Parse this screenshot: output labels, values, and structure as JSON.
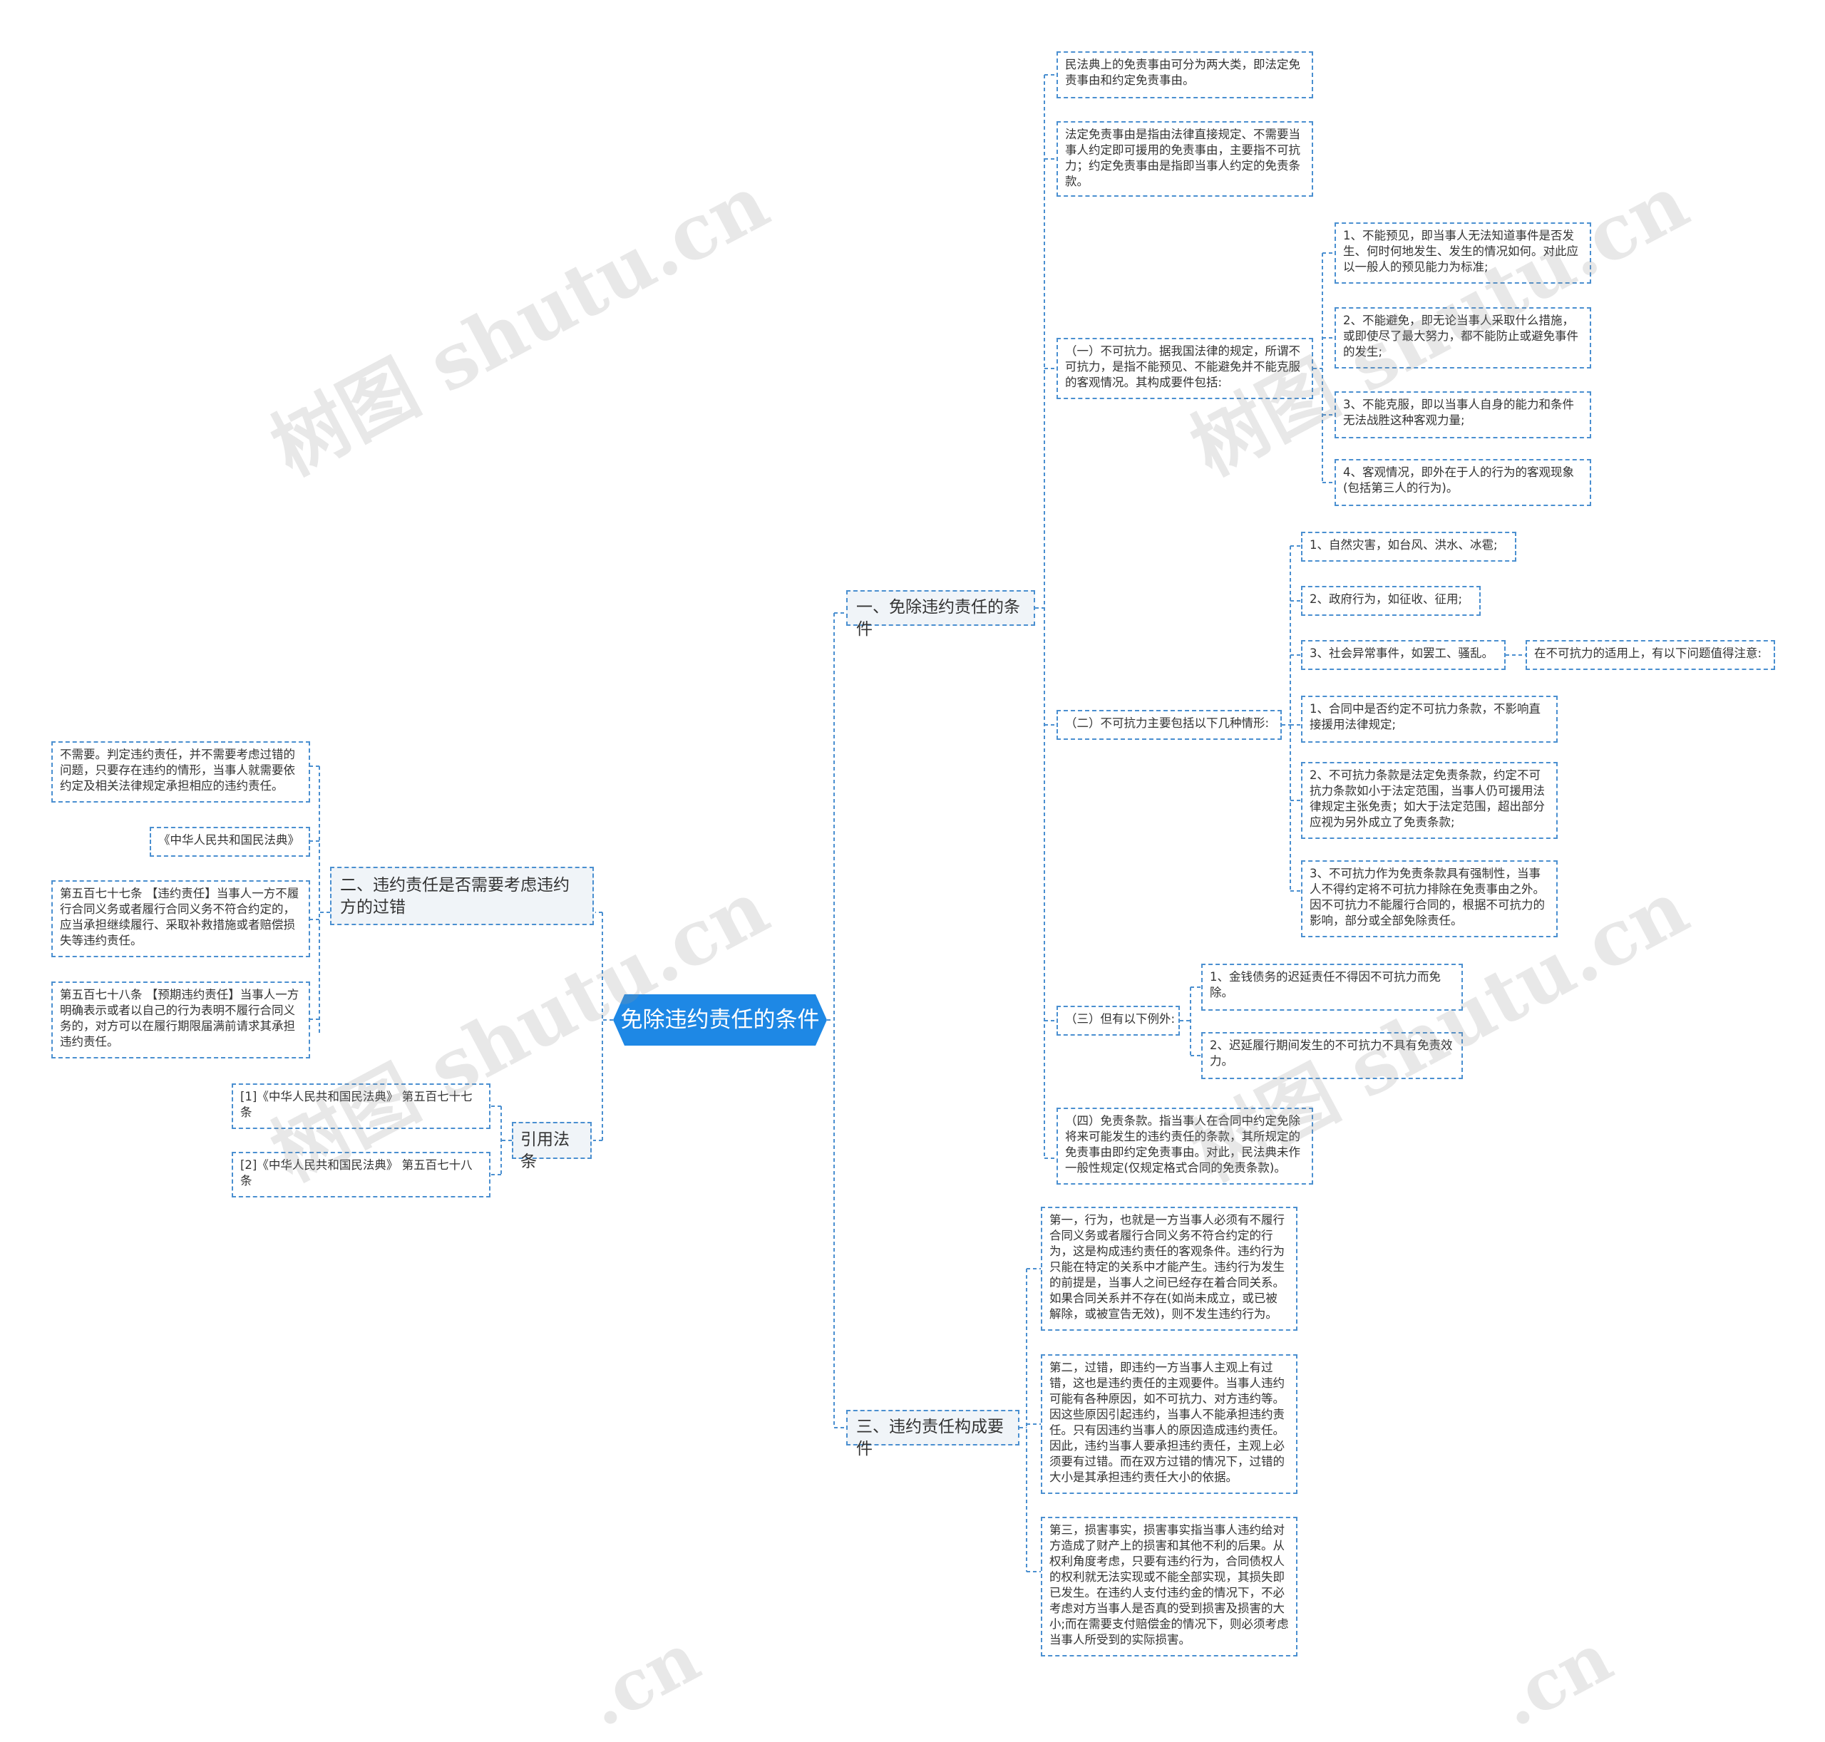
{
  "root": "免除违约责任的条件",
  "branches": {
    "b1": {
      "label": "一、免除违约责任的条件",
      "intro1": "民法典上的免责事由可分为两大类，即法定免责事由和约定免责事由。",
      "intro2": "法定免责事由是指由法律直接规定、不需要当事人约定即可援用的免责事由，主要指不可抗力；约定免责事由是指即当事人约定的免责条款。",
      "force": {
        "label": "（一）不可抗力。据我国法律的规定，所谓不可抗力，是指不能预见、不能避免并不能克服的客观情况。其构成要件包括:",
        "items": [
          "1、不能预见，即当事人无法知道事件是否发生、何时何地发生、发生的情况如何。对此应以一般人的预见能力为标准;",
          "2、不能避免，即无论当事人采取什么措施，或即使尽了最大努力，都不能防止或避免事件的发生;",
          "3、不能克服，即以当事人自身的能力和条件无法战胜这种客观力量;",
          "4、客观情况，即外在于人的行为的客观现象(包括第三人的行为)。"
        ]
      },
      "situations": {
        "label": "（二）不可抗力主要包括以下几种情形:",
        "items": [
          "1、自然灾害，如台风、洪水、冰雹;",
          "2、政府行为，如征收、征用;",
          "3、社会异常事件，如罢工、骚乱。",
          "1、合同中是否约定不可抗力条款，不影响直接援用法律规定;",
          "2、不可抗力条款是法定免责条款，约定不可抗力条款如小于法定范围，当事人仍可援用法律规定主张免责；如大于法定范围，超出部分应视为另外成立了免责条款;",
          "3、不可抗力作为免责条款具有强制性，当事人不得约定将不可抗力排除在免责事由之外。因不可抗力不能履行合同的，根据不可抗力的影响，部分或全部免除责任。"
        ],
        "note": "在不可抗力的适用上，有以下问题值得注意:"
      },
      "exceptions": {
        "label": "（三）但有以下例外:",
        "items": [
          "1、金钱债务的迟延责任不得因不可抗力而免除。",
          "2、迟延履行期间发生的不可抗力不具有免责效力。"
        ]
      },
      "clause": "（四）免责条款。指当事人在合同中约定免除将来可能发生的违约责任的条款，其所规定的免责事由即约定免责事由。对此，民法典未作一般性规定(仅规定格式合同的免责条款)。"
    },
    "b3": {
      "label": "三、违约责任构成要件",
      "items": [
        "第一，行为，也就是一方当事人必须有不履行合同义务或者履行合同义务不符合约定的行为，这是构成违约责任的客观条件。违约行为只能在特定的关系中才能产生。违约行为发生的前提是，当事人之间已经存在着合同关系。如果合同关系并不存在(如尚未成立，或已被解除，或被宣告无效)，则不发生违约行为。",
        "第二，过错，即违约一方当事人主观上有过错，这也是违约责任的主观要件。当事人违约可能有各种原因，如不可抗力、对方违约等。因这些原因引起违约，当事人不能承担违约责任。只有因违约当事人的原因造成违约责任。因此，违约当事人要承担违约责任，主观上必须要有过错。而在双方过错的情况下，过错的大小是其承担违约责任大小的依据。",
        "第三，损害事实，损害事实指当事人违约给对方造成了财产上的损害和其他不利的后果。从权利角度考虑，只要有违约行为，合同债权人的权利就无法实现或不能全部实现，其损失即已发生。在违约人支付违约金的情况下，不必考虑对方当事人是否真的受到损害及损害的大小;而在需要支付赔偿金的情况下，则必须考虑当事人所受到的实际损害。"
      ]
    },
    "b2": {
      "label": "二、违约责任是否需要考虑违约方的过错",
      "items": [
        "不需要。判定违约责任，并不需要考虑过错的问题，只要存在违约的情形，当事人就需要依约定及相关法律规定承担相应的违约责任。",
        "《中华人民共和国民法典》",
        "第五百七十七条 【违约责任】当事人一方不履行合同义务或者履行合同义务不符合约定的，应当承担继续履行、采取补救措施或者赔偿损失等违约责任。",
        "第五百七十八条 【预期违约责任】当事人一方明确表示或者以自己的行为表明不履行合同义务的，对方可以在履行期限届满前请求其承担违约责任。"
      ]
    },
    "b4": {
      "label": "引用法条",
      "items": [
        "[1]《中华人民共和国民法典》 第五百七十七条",
        "[2]《中华人民共和国民法典》 第五百七十八条"
      ]
    }
  },
  "watermark": "树图 shutu.cn",
  "watermark_fragment": ".cn",
  "colors": {
    "accent": "#1e88e5",
    "line": "#4a8fd0",
    "sub_bg": "#f0f4f8"
  }
}
